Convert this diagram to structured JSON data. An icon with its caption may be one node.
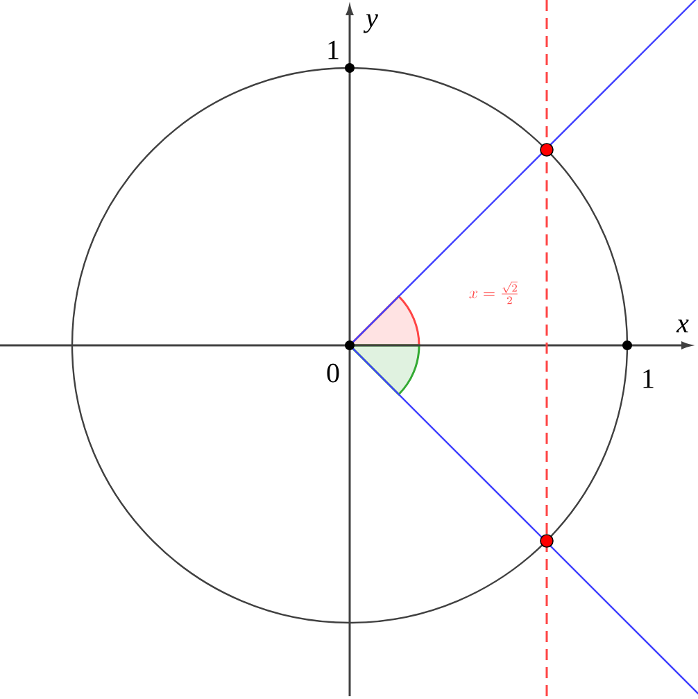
{
  "diagram": {
    "labels": [
      "y",
      "1",
      "x = \\frac{\\sqrt{2}}{2}",
      "x",
      "0",
      "1"
    ]
  }
}
